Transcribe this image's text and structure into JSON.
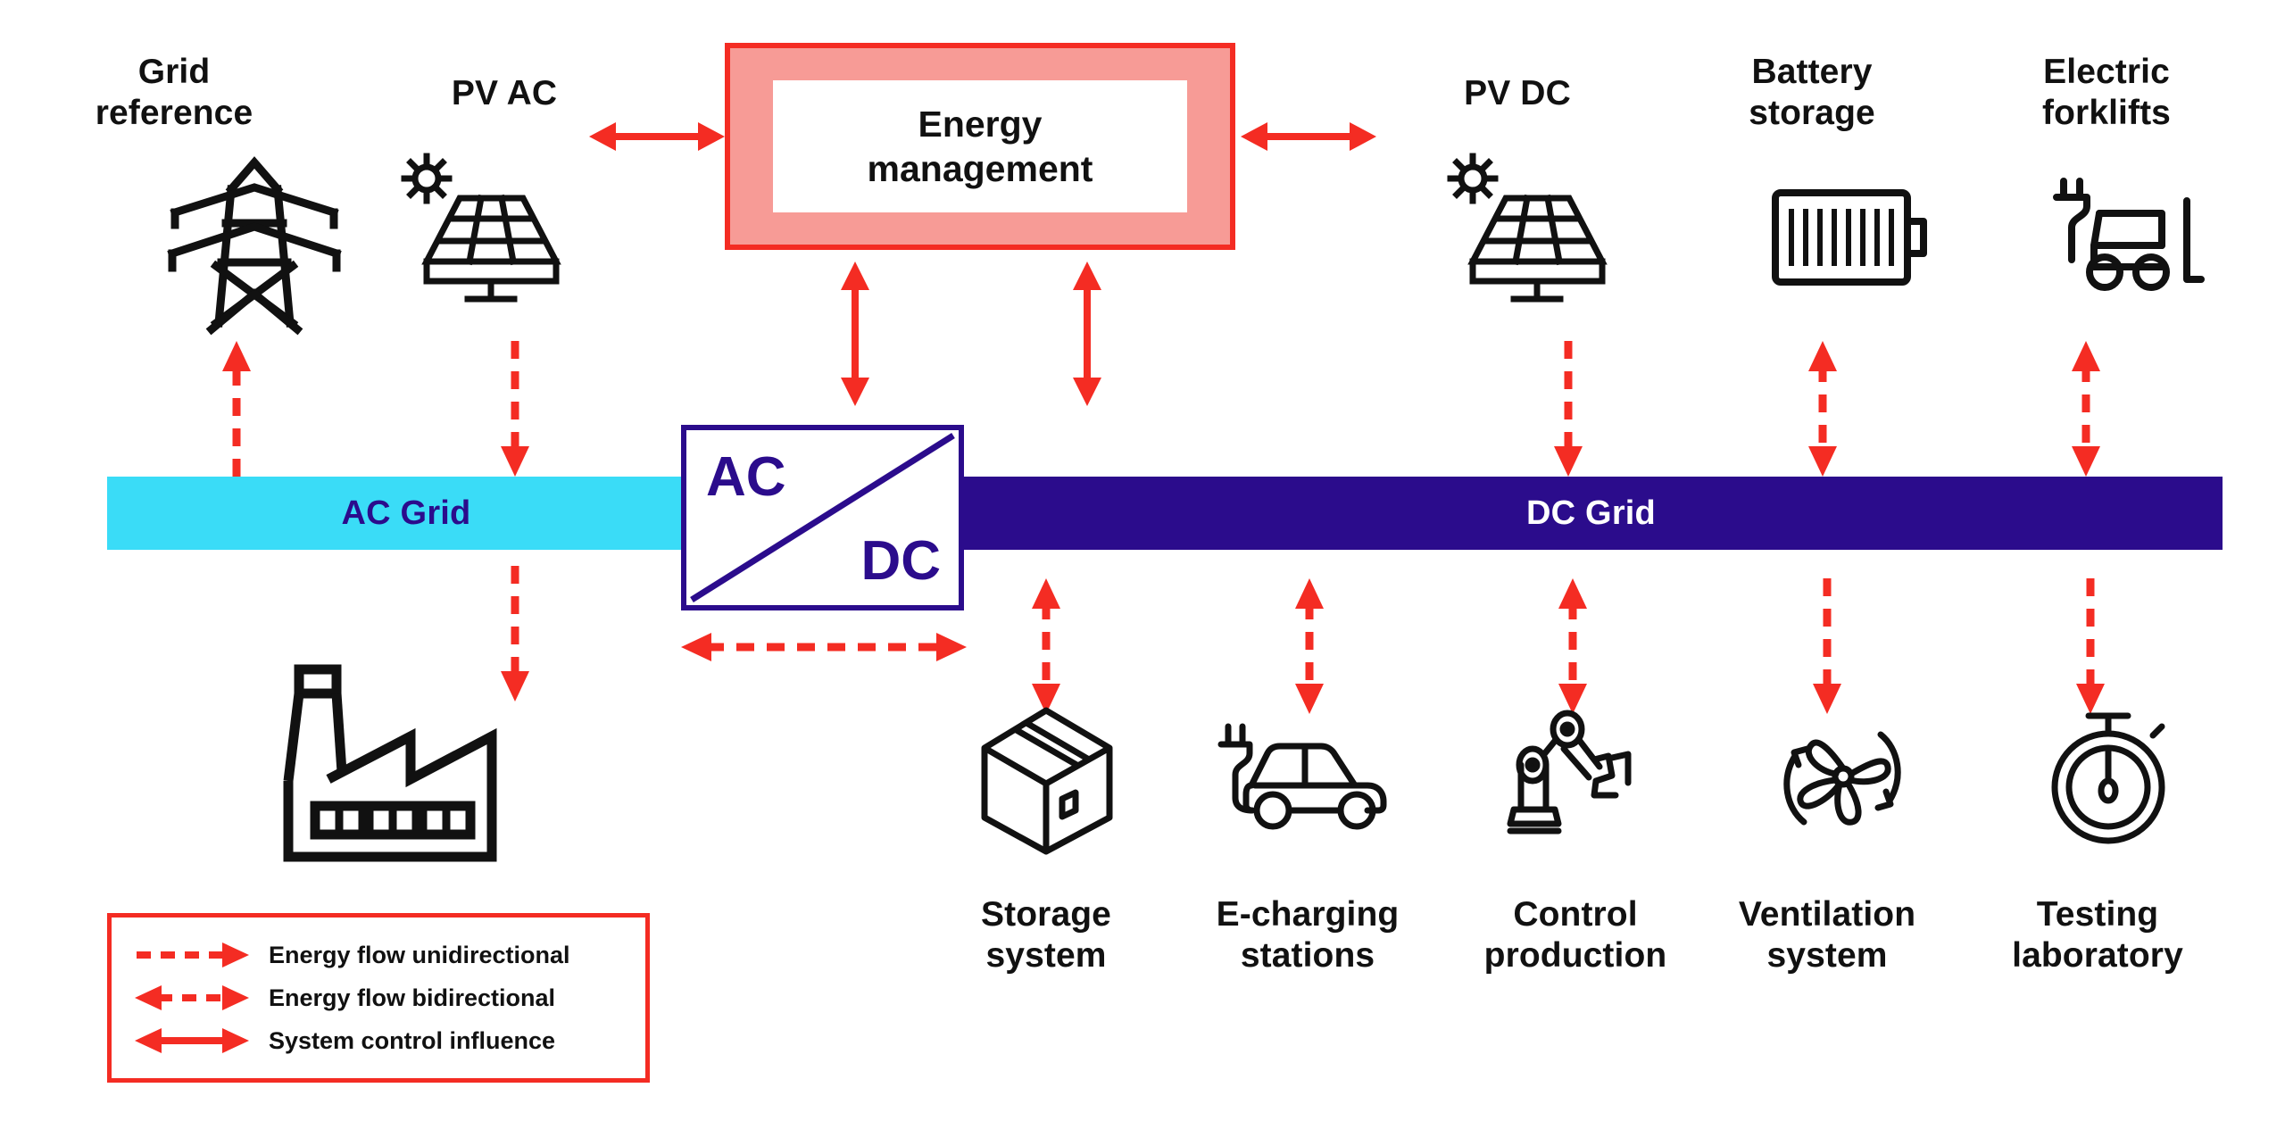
{
  "colors": {
    "red": "#F42C23",
    "red_fill": "#F79B96",
    "ac_cyan": "#3ADCF7",
    "dc_purple": "#2B0C8C",
    "black": "#111111",
    "white": "#FFFFFF"
  },
  "buses": {
    "ac": {
      "label": "AC Grid"
    },
    "dc": {
      "label": "DC Grid"
    }
  },
  "converter": {
    "top_label": "AC",
    "bottom_label": "DC",
    "name": "ac-dc-converter"
  },
  "energy_management": {
    "label": "Energy\nmanagement"
  },
  "nodes": {
    "grid_reference": {
      "label": "Grid\nreference",
      "icon": "transmission-tower-icon",
      "flow": "unidirectional-up"
    },
    "pv_ac": {
      "label": "PV AC",
      "icon": "solar-panel-icon",
      "flow": "unidirectional-down"
    },
    "factory": {
      "label": "",
      "icon": "factory-icon",
      "flow": "unidirectional-down"
    },
    "pv_dc": {
      "label": "PV DC",
      "icon": "solar-panel-icon",
      "flow": "unidirectional-down"
    },
    "battery_storage": {
      "label": "Battery\nstorage",
      "icon": "battery-icon",
      "flow": "bidirectional"
    },
    "electric_forklifts": {
      "label": "Electric\nforklifts",
      "icon": "forklift-icon",
      "flow": "bidirectional"
    },
    "storage_system": {
      "label": "Storage\nsystem",
      "icon": "package-box-icon",
      "flow": "bidirectional"
    },
    "e_charging": {
      "label": "E-charging\nstations",
      "icon": "ev-charging-car-icon",
      "flow": "bidirectional"
    },
    "control_production": {
      "label": "Control\nproduction",
      "icon": "robot-arm-icon",
      "flow": "bidirectional"
    },
    "ventilation": {
      "label": "Ventilation\nsystem",
      "icon": "fan-icon",
      "flow": "unidirectional-down"
    },
    "testing_lab": {
      "label": "Testing\nlaboratory",
      "icon": "stopwatch-icon",
      "flow": "unidirectional-down"
    }
  },
  "legend": {
    "items": [
      {
        "symbol": "dashed-arrow-right",
        "label": "Energy flow unidirectional"
      },
      {
        "symbol": "dashed-arrow-both",
        "label": "Energy flow bidirectional"
      },
      {
        "symbol": "solid-arrow-both",
        "label": "System control influence"
      }
    ]
  }
}
